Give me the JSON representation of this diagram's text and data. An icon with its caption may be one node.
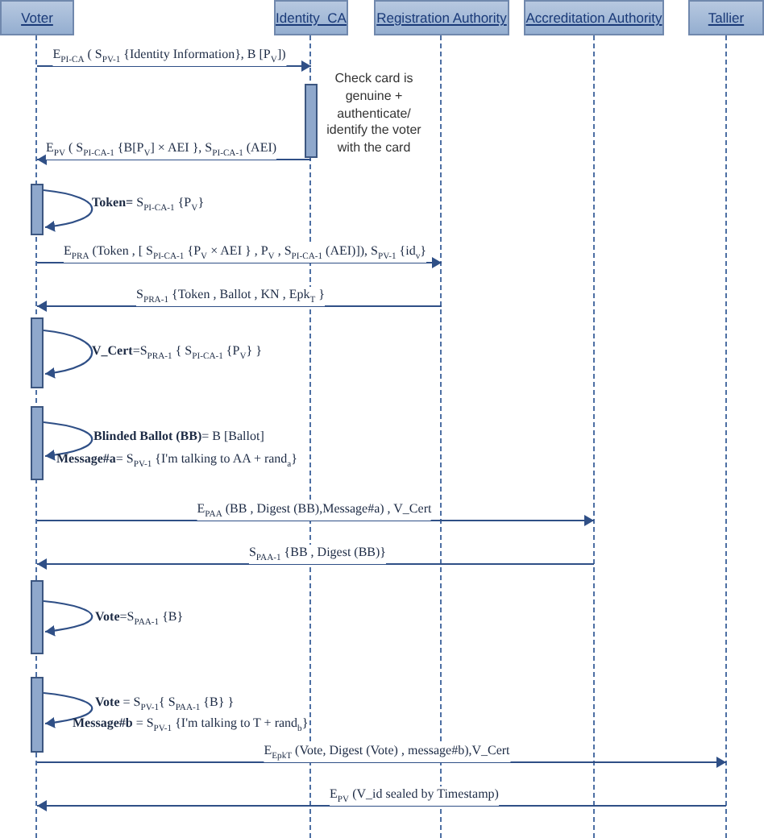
{
  "diagram": {
    "nodes": [
      {
        "text": [
          "Voter"
        ]
      },
      {
        "text": [
          "Identity_CA"
        ]
      },
      {
        "text": [
          "Registration Authority"
        ]
      },
      {
        "text": [
          "Accreditation Authority"
        ]
      },
      {
        "text": [
          "Tallier"
        ]
      },
      {
        "text": [],
        "shape": "line"
      },
      {
        "text": [],
        "shape": "line"
      },
      {
        "text": [],
        "shape": "line"
      },
      {
        "text": [],
        "shape": "line"
      },
      {
        "text": [],
        "shape": "line"
      },
      {
        "text": [],
        "shape": "bar",
        "beside": [
          "Check card is genuine + authenticate/ identify the voter with the card"
        ]
      },
      {
        "text": [],
        "shape": "bar"
      },
      {
        "text": [],
        "shape": "bar"
      },
      {
        "text": [],
        "shape": "bar"
      },
      {
        "text": [],
        "shape": "bar"
      },
      {
        "text": [],
        "shape": "bar"
      }
    ],
    "edges": [
      {
        "from": 5,
        "to": 6,
        "arrow": "to",
        "label": "E$_{PI-CA}$ ( S$_{PV-1}$ {Identity Information}, B [P$_{V}$])"
      },
      {
        "from": 10,
        "to": 5,
        "arrow": "to",
        "label": "E$_{PV}$ ( S$_{PI-CA-1}$ {B[P$_{V}$] × AEI }, S$_{PI-CA-1}$ (AEI)"
      },
      {
        "from": 11,
        "to": 11,
        "arrow": "to",
        "label": "**Token=** S$_{PI-CA-1}$ {P$_{V}$}"
      },
      {
        "from": 5,
        "to": 7,
        "arrow": "to",
        "label": "E$_{PRA}$ (Token , [ S$_{PI-CA-1}$ {P$_{V}$ × AEI } , P$_{V}$ , S$_{PI-CA-1}$ (AEI)]), S$_{PV-1}$ {id$_{v}$}"
      },
      {
        "from": 7,
        "to": 5,
        "arrow": "to",
        "label": "S$_{PRA-1}$ {Token , Ballot , KN , Epk$_{T}$ }"
      },
      {
        "from": 12,
        "to": 12,
        "arrow": "to",
        "label": "**V_Cert**=S$_{PRA-1}$ { S$_{PI-CA-1}$ {P$_{V}$} }"
      },
      {
        "from": 13,
        "to": 13,
        "arrow": "to",
        "label": "**Blinded Ballot (BB)**= B [Ballot]"
      },
      {
        "from": 5,
        "to": 8,
        "arrow": "to",
        "label": "E$_{PAA}$ (BB , Digest (BB),Message#a) , V_Cert"
      },
      {
        "from": 8,
        "to": 5,
        "arrow": "to",
        "label": "S$_{PAA-1}$ {BB , Digest (BB)}"
      },
      {
        "from": 14,
        "to": 14,
        "arrow": "to",
        "label": "**Vote**=S$_{PAA-1}$ {B}"
      },
      {
        "from": 15,
        "to": 15,
        "arrow": "to",
        "label": "**Vote** = S$_{PV-1}${ S$_{PAA-1}$ {B} }"
      },
      {
        "from": 5,
        "to": 9,
        "arrow": "to",
        "label": "E$_{EpkT}$ (Vote, Digest (Vote) , message#b),V_Cert"
      },
      {
        "from": 9,
        "to": 5,
        "arrow": "to",
        "label": "E$_{PV}$ (V_id sealed by Timestamp)"
      }
    ],
    "labels": [
      "**Message#a**= S$_{PV-1}$ {I'm talking to AA + rand$_{a}$}",
      "**Message#b** = S$_{PV-1}$ {I'm talking to T + rand$_{b}$}"
    ]
  }
}
